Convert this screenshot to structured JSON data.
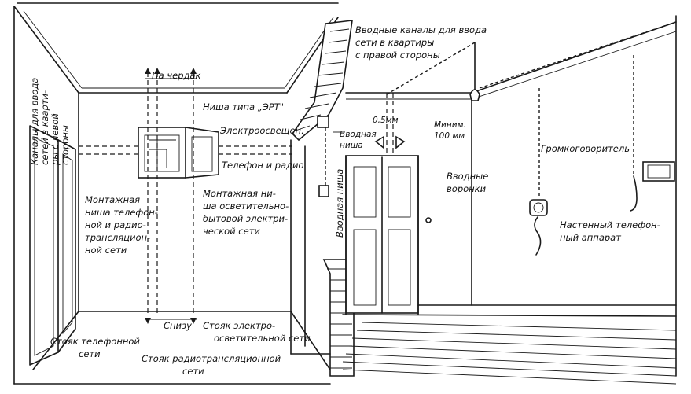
{
  "labels": {
    "left_wall_channels": [
      "Каналы для ввода",
      "сетей в кварти-",
      "ры с левой",
      "стороны"
    ],
    "to_attic": "На чердак",
    "niche_ept": "Ниша типа „ЭРТ\"",
    "electric_lighting": "Электроосвещен.",
    "phone_radio": "Телефон и радио",
    "entry_channels_right": [
      "Вводные каналы для ввода",
      "сети в квартиры",
      "с правой стороны"
    ],
    "gap_05": "0,5мм",
    "entry_niche": [
      "Вводная",
      "ниша"
    ],
    "min_100": [
      "Миним.",
      "100 мм"
    ],
    "entry_funnels": [
      "Вводные",
      "воронки"
    ],
    "loudspeaker": "Громкоговоритель",
    "wall_phone": [
      "Настенный телефон-",
      "ный аппарат"
    ],
    "mount_niche_phone": [
      "Монтажная",
      "ниша телефон-",
      "ной и радио-",
      "трансляцион-",
      "ной сети"
    ],
    "mount_niche_light": [
      "Монтажная ни-",
      "ша осветительно-",
      "бытовой электри-",
      "ческой сети"
    ],
    "entry_niche_vertical": "Вводная ниша",
    "riser_phone": [
      "Стояк телефонной",
      "сети"
    ],
    "from_below": "Снизу",
    "riser_light": [
      "Стояк электро-",
      "осветительной сети"
    ],
    "riser_radio": [
      "Стояк радиотрансляционной",
      "сети"
    ]
  }
}
